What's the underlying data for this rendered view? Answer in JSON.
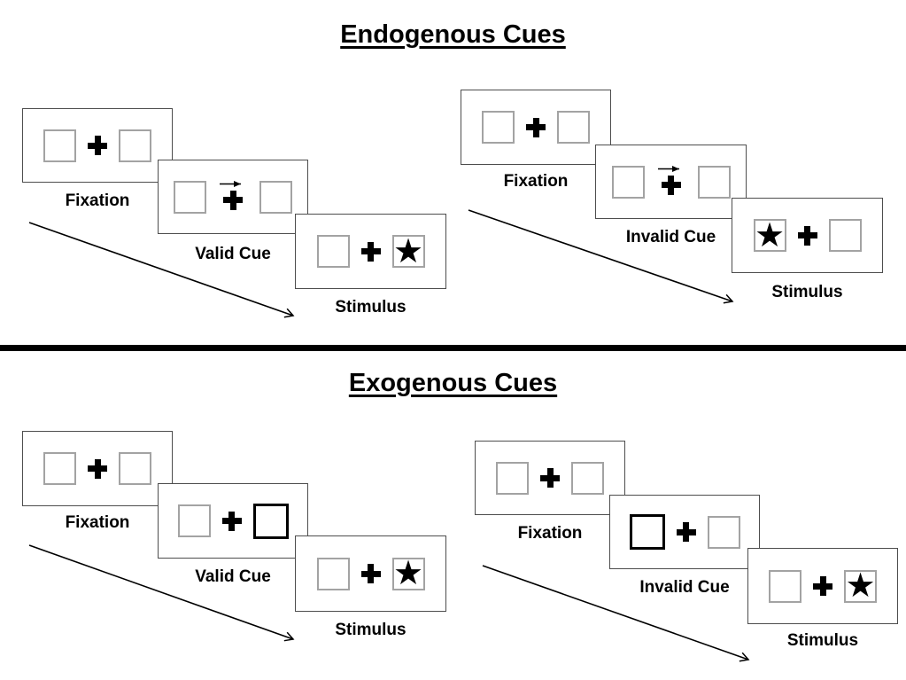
{
  "colors": {
    "background": "#ffffff",
    "ink": "#000000",
    "panel_border": "#4d4d4d",
    "box_border": "#a3a3a3"
  },
  "icons": {
    "star_glyph": "★"
  },
  "sections": [
    {
      "id": "endogenous",
      "title": "Endogenous Cues",
      "groups": [
        {
          "condition": "valid",
          "cue_kind": "central-arrow-right",
          "panels": [
            {
              "label": "Fixation"
            },
            {
              "label": "Valid Cue"
            },
            {
              "label": "Stimulus",
              "star_side": "right"
            }
          ]
        },
        {
          "condition": "invalid",
          "cue_kind": "central-arrow-right",
          "panels": [
            {
              "label": "Fixation"
            },
            {
              "label": "Invalid Cue"
            },
            {
              "label": "Stimulus",
              "star_side": "left"
            }
          ]
        }
      ]
    },
    {
      "id": "exogenous",
      "title": "Exogenous Cues",
      "groups": [
        {
          "condition": "valid",
          "cue_kind": "peripheral-bold-box-right",
          "panels": [
            {
              "label": "Fixation"
            },
            {
              "label": "Valid Cue"
            },
            {
              "label": "Stimulus",
              "star_side": "right"
            }
          ]
        },
        {
          "condition": "invalid",
          "cue_kind": "peripheral-bold-box-left",
          "panels": [
            {
              "label": "Fixation"
            },
            {
              "label": "Invalid Cue"
            },
            {
              "label": "Stimulus",
              "star_side": "right"
            }
          ]
        }
      ]
    }
  ]
}
